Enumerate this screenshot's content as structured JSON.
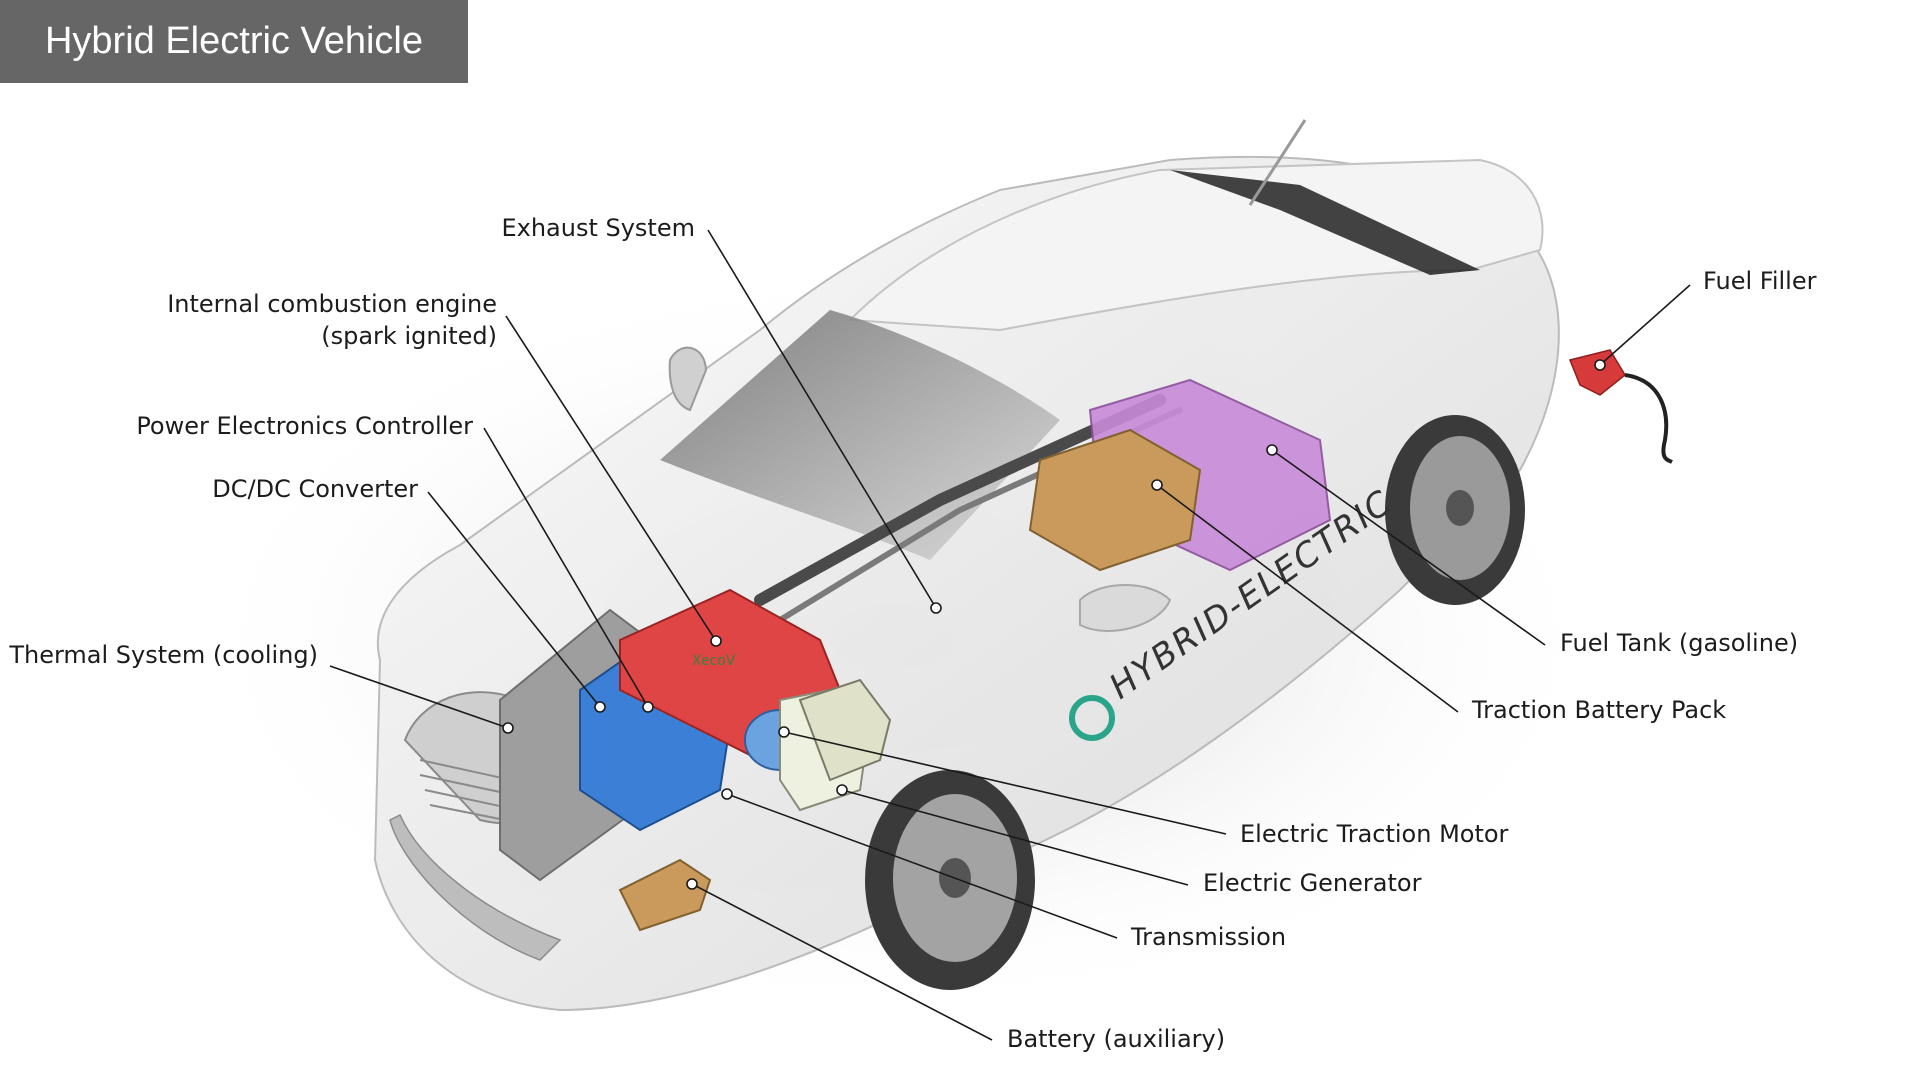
{
  "title": "Hybrid Electric Vehicle",
  "car_side_text": "HYBRID-ELECTRIC",
  "engine_badge": "XecoV",
  "colors": {
    "title_bg": "#666666",
    "engine": "#e04545",
    "controller": "#3b7fd6",
    "fuel_tank": "#c88ad8",
    "battery_pack": "#c99a5c",
    "fuel_nozzle": "#d63a3a"
  },
  "components": {
    "exhaust": "Exhaust System",
    "engine_line1": "Internal combustion engine",
    "engine_line2": "(spark ignited)",
    "power_electronics": "Power Electronics Controller",
    "dcdc": "DC/DC Converter",
    "thermal": "Thermal System (cooling)",
    "fuel_filler": "Fuel Filler",
    "fuel_tank": "Fuel Tank (gasoline)",
    "traction_battery": "Traction Battery Pack",
    "traction_motor": "Electric Traction Motor",
    "generator": "Electric Generator",
    "transmission": "Transmission",
    "aux_battery": "Battery (auxiliary)"
  }
}
